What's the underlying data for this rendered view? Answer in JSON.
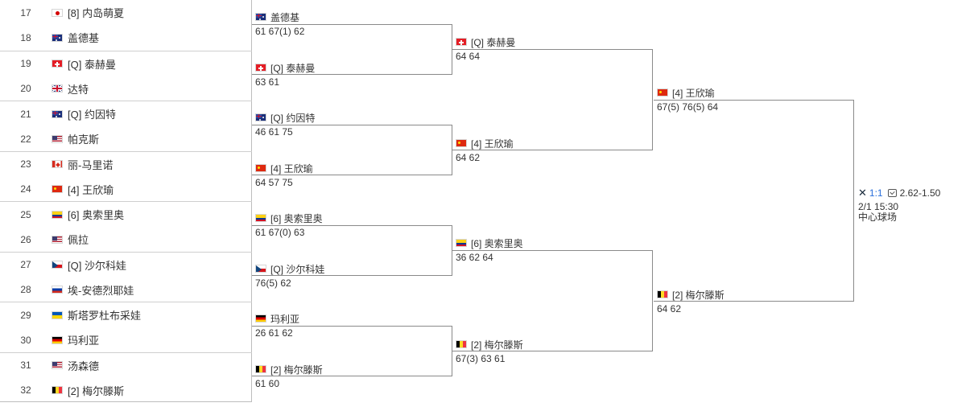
{
  "seeds": [
    {
      "num": "17",
      "flag": "jp",
      "flag_name": "japan-flag-icon",
      "name": "[8] 内岛萌夏"
    },
    {
      "num": "18",
      "flag": "au",
      "flag_name": "australia-flag-icon",
      "name": "盖德基"
    },
    {
      "num": "19",
      "flag": "ch",
      "flag_name": "switzerland-flag-icon",
      "name": "[Q] 泰赫曼"
    },
    {
      "num": "20",
      "flag": "gb",
      "flag_name": "uk-flag-icon",
      "name": "达特"
    },
    {
      "num": "21",
      "flag": "au",
      "flag_name": "australia-flag-icon",
      "name": "[Q] 约因特"
    },
    {
      "num": "22",
      "flag": "us",
      "flag_name": "usa-flag-icon",
      "name": "帕克斯"
    },
    {
      "num": "23",
      "flag": "ca",
      "flag_name": "canada-flag-icon",
      "name": "丽-马里诺"
    },
    {
      "num": "24",
      "flag": "cn",
      "flag_name": "china-flag-icon",
      "name": "[4] 王欣瑜"
    },
    {
      "num": "25",
      "flag": "co",
      "flag_name": "colombia-flag-icon",
      "name": "[6] 奥索里奥"
    },
    {
      "num": "26",
      "flag": "us",
      "flag_name": "usa-flag-icon",
      "name": "佩拉"
    },
    {
      "num": "27",
      "flag": "cz",
      "flag_name": "czech-flag-icon",
      "name": "[Q] 沙尔科娃"
    },
    {
      "num": "28",
      "flag": "ru",
      "flag_name": "russia-flag-icon",
      "name": "埃-安德烈耶娃"
    },
    {
      "num": "29",
      "flag": "ua",
      "flag_name": "ukraine-flag-icon",
      "name": "斯塔罗杜布采娃"
    },
    {
      "num": "30",
      "flag": "de",
      "flag_name": "germany-flag-icon",
      "name": "玛利亚"
    },
    {
      "num": "31",
      "flag": "us",
      "flag_name": "usa-flag-icon",
      "name": "汤森德"
    },
    {
      "num": "32",
      "flag": "be",
      "flag_name": "belgium-flag-icon",
      "name": "[2] 梅尔滕斯"
    }
  ],
  "round1": [
    {
      "top": {
        "flag": "au",
        "flag_name": "australia-flag-icon",
        "name": "盖德基",
        "score": "61 67(1) 62"
      },
      "bottom": {
        "flag": "ch",
        "flag_name": "switzerland-flag-icon",
        "name": "[Q] 泰赫曼",
        "score": "63 61"
      }
    },
    {
      "top": {
        "flag": "au",
        "flag_name": "australia-flag-icon",
        "name": "[Q] 约因特",
        "score": "46 61 75"
      },
      "bottom": {
        "flag": "cn",
        "flag_name": "china-flag-icon",
        "name": "[4] 王欣瑜",
        "score": "64 57 75"
      }
    },
    {
      "top": {
        "flag": "co",
        "flag_name": "colombia-flag-icon",
        "name": "[6] 奥索里奥",
        "score": "61 67(0) 63"
      },
      "bottom": {
        "flag": "cz",
        "flag_name": "czech-flag-icon",
        "name": "[Q] 沙尔科娃",
        "score": "76(5) 62"
      }
    },
    {
      "top": {
        "flag": "de",
        "flag_name": "germany-flag-icon",
        "name": "玛利亚",
        "score": "26 61 62"
      },
      "bottom": {
        "flag": "be",
        "flag_name": "belgium-flag-icon",
        "name": "[2] 梅尔滕斯",
        "score": "61 60"
      }
    }
  ],
  "round2": [
    {
      "top": {
        "flag": "ch",
        "flag_name": "switzerland-flag-icon",
        "name": "[Q] 泰赫曼",
        "score": "64 64"
      },
      "bottom": {
        "flag": "cn",
        "flag_name": "china-flag-icon",
        "name": "[4] 王欣瑜",
        "score": "64 62"
      }
    },
    {
      "top": {
        "flag": "co",
        "flag_name": "colombia-flag-icon",
        "name": "[6] 奥索里奥",
        "score": "36 62 64"
      },
      "bottom": {
        "flag": "be",
        "flag_name": "belgium-flag-icon",
        "name": "[2] 梅尔滕斯",
        "score": "67(3) 63 61"
      }
    }
  ],
  "round3": [
    {
      "top": {
        "flag": "cn",
        "flag_name": "china-flag-icon",
        "name": "[4] 王欣瑜",
        "score": "67(5) 76(5) 64"
      },
      "bottom": {
        "flag": "be",
        "flag_name": "belgium-flag-icon",
        "name": "[2] 梅尔滕斯",
        "score": "64 62"
      }
    }
  ],
  "final": {
    "h2h": "1:1",
    "odds": "2.62-1.50",
    "time": "2/1 15:30",
    "court": "中心球场"
  }
}
